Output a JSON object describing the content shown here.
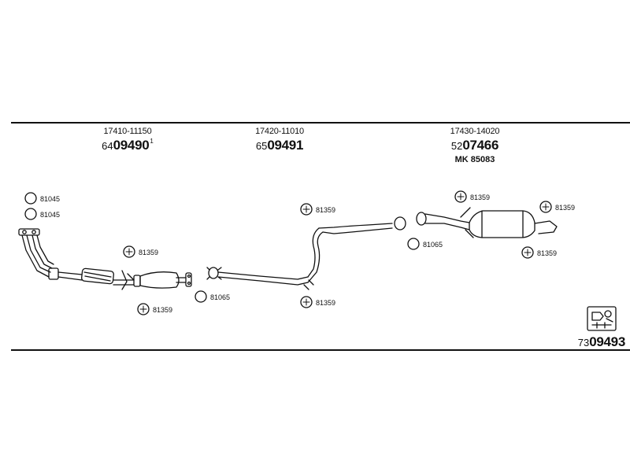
{
  "sections": [
    {
      "oem": "17410-11150",
      "catalog_prefix": "64",
      "catalog_main": "09490",
      "catalog_suffix": "1"
    },
    {
      "oem": "17420-11010",
      "catalog_prefix": "65",
      "catalog_main": "09491"
    },
    {
      "oem": "17430-14020",
      "catalog_prefix": "52",
      "catalog_main": "07466",
      "mk": "MK  85083"
    }
  ],
  "labels": {
    "ring_81045_a": "81045",
    "ring_81045_b": "81045",
    "clamp_81359_front_upper": "81359",
    "clamp_81359_front_lower": "81359",
    "ring_81065_front": "81065",
    "clamp_81359_mid_upper": "81359",
    "clamp_81359_mid_lower": "81359",
    "clamp_81359_rear_upper_left": "81359",
    "clamp_81359_rear_upper_right": "81359",
    "ring_81065_rear": "81065",
    "clamp_81359_rear_lower": "81359"
  },
  "figure_number": {
    "prefix": "73",
    "main": "09493"
  },
  "colors": {
    "ink": "#111111",
    "background": "#ffffff"
  },
  "icons": [
    "washer-ring-icon",
    "clamp-icon",
    "mounting-kit-icon"
  ]
}
